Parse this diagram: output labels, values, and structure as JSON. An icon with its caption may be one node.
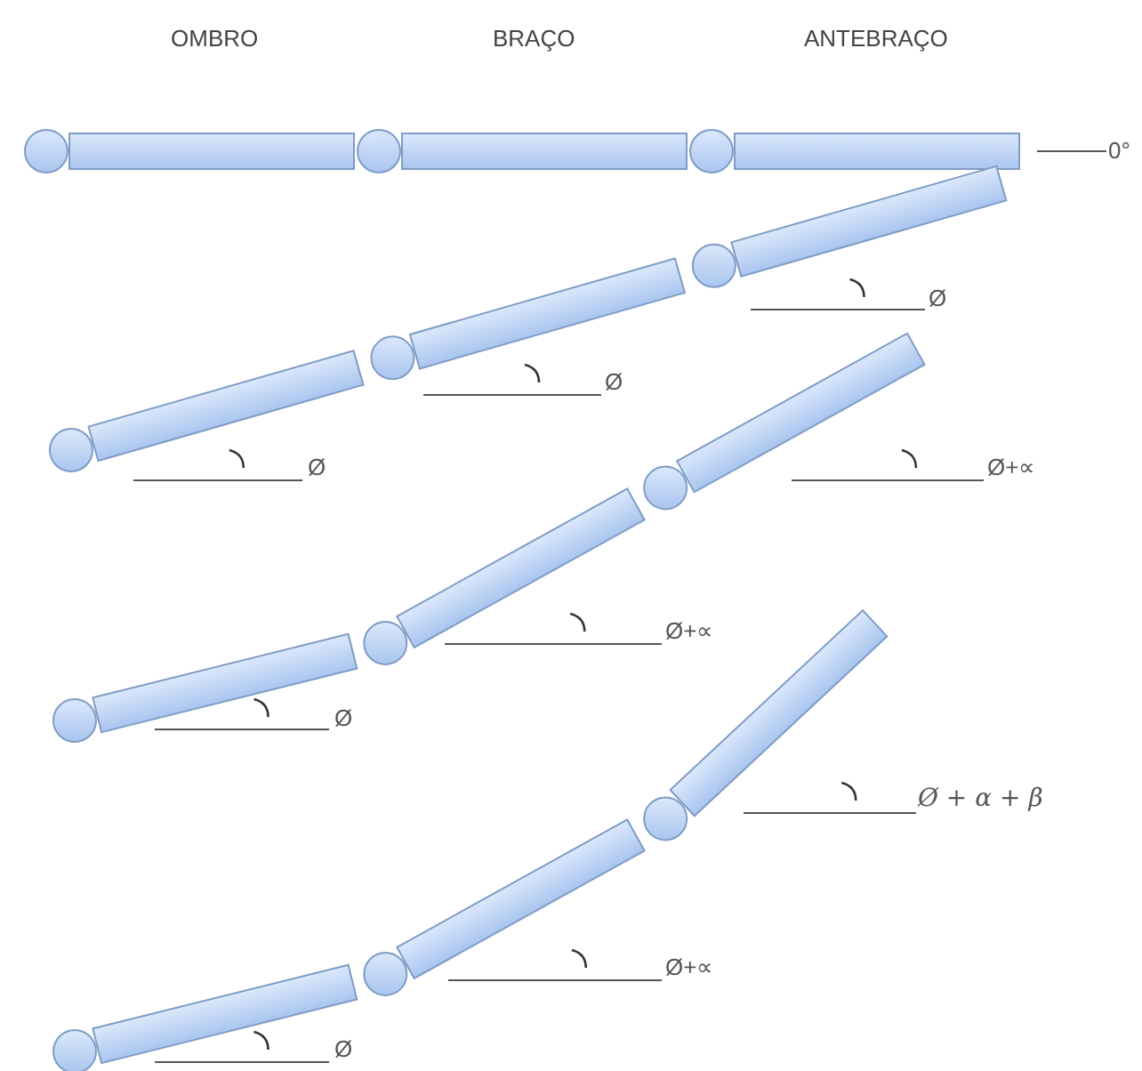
{
  "diagram": {
    "labels": [
      "OMBRO",
      "BRAÇO",
      "ANTEBRAÇO",
      "0°",
      "Ø",
      "Ø",
      "Ø",
      "Ø+∝",
      "Ø+∝",
      "Ø",
      "Ø + α + β",
      "Ø+∝",
      "Ø"
    ]
  }
}
